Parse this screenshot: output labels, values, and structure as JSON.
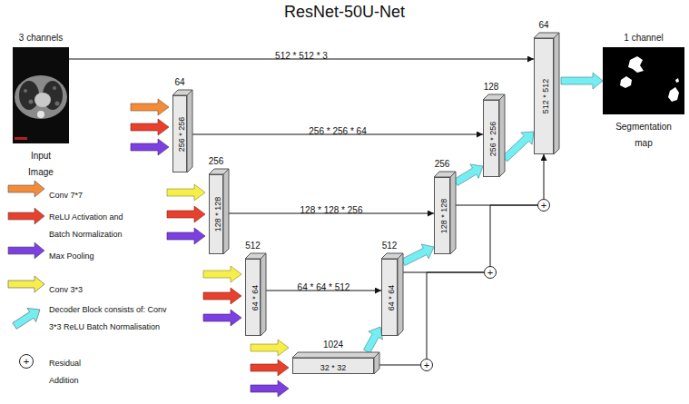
{
  "diagram": {
    "title": "ResNet-50U-Net",
    "nodes": [
      {
        "text": [
          "3 channels",
          "Input Image"
        ]
      },
      {
        "text": [
          "64",
          "256 * 256"
        ]
      },
      {
        "text": [
          "256",
          "128 * 128"
        ]
      },
      {
        "text": [
          "512",
          "64 * 64"
        ]
      },
      {
        "text": [
          "1024",
          "32 * 32"
        ]
      },
      {
        "text": [
          "512",
          "64 * 64"
        ]
      },
      {
        "text": [
          "256",
          "128 * 128"
        ]
      },
      {
        "text": [
          "128",
          "256 * 256"
        ]
      },
      {
        "text": [
          "64",
          "512 * 512"
        ]
      },
      {
        "text": [
          "1 channel",
          "Segmentation map"
        ]
      },
      {
        "text": [
          "+"
        ]
      },
      {
        "text": [
          "+"
        ]
      },
      {
        "text": [
          "+"
        ]
      }
    ],
    "edges": [
      {
        "from": 0,
        "to": 8,
        "arrow": "to",
        "label": "512 * 512 * 3"
      },
      {
        "from": 1,
        "to": 7,
        "arrow": "to",
        "label": "256 * 256 * 64"
      },
      {
        "from": 2,
        "to": 6,
        "arrow": "to",
        "label": "128 * 128 * 256"
      },
      {
        "from": 3,
        "to": 5,
        "arrow": "to",
        "label": "64 * 64 * 512"
      },
      {
        "from": 4,
        "to": 5,
        "arrow": "to"
      },
      {
        "from": 5,
        "to": 6,
        "arrow": "to"
      },
      {
        "from": 6,
        "to": 7,
        "arrow": "to"
      },
      {
        "from": 7,
        "to": 8,
        "arrow": "to"
      },
      {
        "from": 8,
        "to": 9,
        "arrow": "to"
      },
      {
        "from": 4,
        "to": 10,
        "arrow": "none"
      },
      {
        "from": 10,
        "to": 11,
        "arrow": "none"
      },
      {
        "from": 5,
        "to": 11,
        "arrow": "none"
      },
      {
        "from": 11,
        "to": 12,
        "arrow": "none"
      },
      {
        "from": 6,
        "to": 12,
        "arrow": "none"
      },
      {
        "from": 12,
        "to": 8,
        "arrow": "to"
      }
    ],
    "labels": [
      "+"
    ],
    "legend": [
      {
        "text": "Conv 7*7",
        "color": "#f28c3a"
      },
      {
        "text": "ReLU Activation and Batch Normalization",
        "color": "#e8402c"
      },
      {
        "text": "Max Pooling",
        "color": "#7c3fe0"
      },
      {
        "text": "Conv 3*3",
        "color": "#f6ee4a"
      },
      {
        "text": "Decoder Block consists of: Conv 3*3 ReLU Batch Normalisation",
        "color": "#74eef2"
      },
      {
        "text": "Residual Addition"
      }
    ]
  }
}
